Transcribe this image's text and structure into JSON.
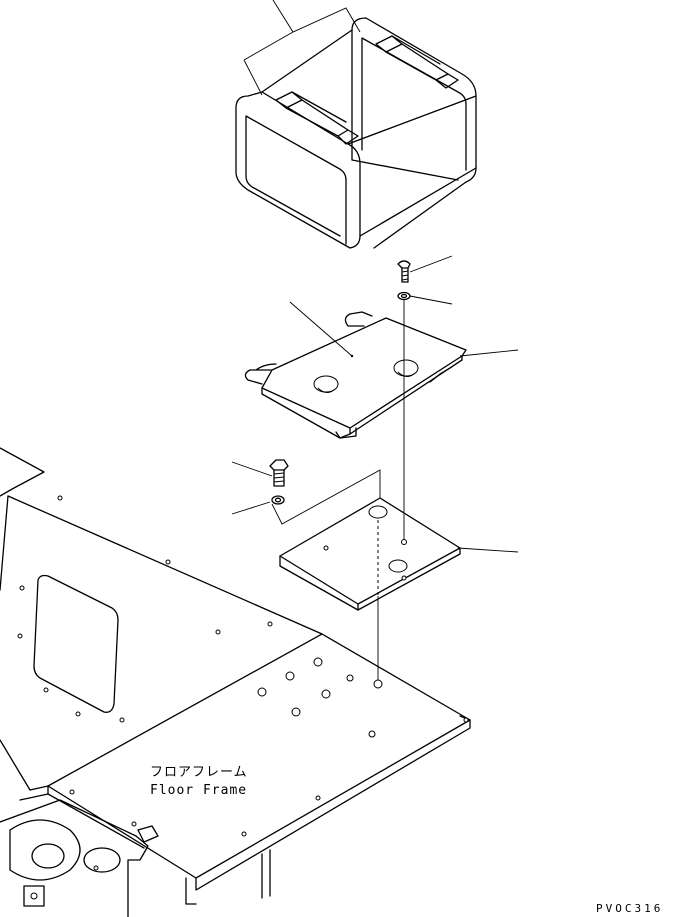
{
  "labels": {
    "floor_frame_jp": "フロアフレーム",
    "floor_frame_en": "Floor Frame",
    "drawing_code": "PVOC316"
  }
}
